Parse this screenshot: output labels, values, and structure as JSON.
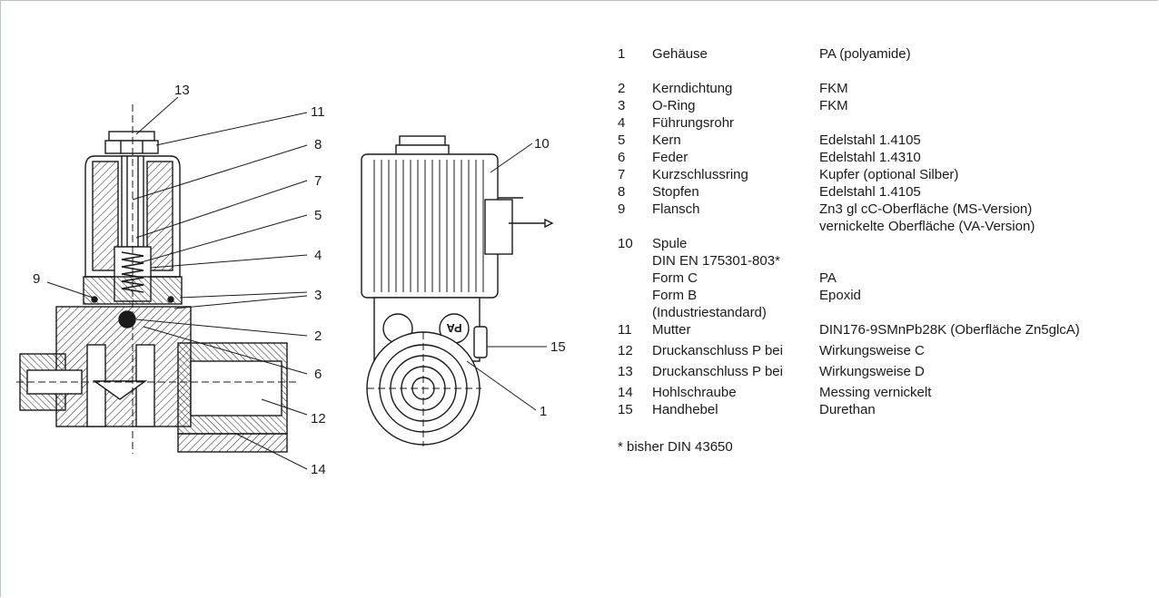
{
  "callouts": [
    "13",
    "11",
    "8",
    "7",
    "5",
    "4",
    "9",
    "3",
    "2",
    "6",
    "12",
    "14",
    "10",
    "15",
    "1"
  ],
  "parts": [
    {
      "no": "1",
      "name": "Gehäuse",
      "material": "PA (polyamide)"
    },
    {
      "no": "2",
      "name": "Kerndichtung",
      "material": "FKM"
    },
    {
      "no": "3",
      "name": "O-Ring",
      "material": "FKM"
    },
    {
      "no": "4",
      "name": "Führungsrohr",
      "material": ""
    },
    {
      "no": "5",
      "name": "Kern",
      "material": "Edelstahl 1.4105"
    },
    {
      "no": "6",
      "name": "Feder",
      "material": "Edelstahl 1.4310"
    },
    {
      "no": "7",
      "name": "Kurzschlussring",
      "material": "Kupfer (optional Silber)"
    },
    {
      "no": "8",
      "name": "Stopfen",
      "material": "Edelstahl 1.4105"
    },
    {
      "no": "9",
      "name": "Flansch",
      "material": "Zn3 gl cC-Oberfläche (MS-Version)",
      "material2": "vernickelte Oberfläche (VA-Version)"
    },
    {
      "no": "10",
      "name": "Spule",
      "sub": [
        {
          "name": "DIN EN 175301-803*",
          "material": ""
        },
        {
          "name": "Form C",
          "material": "PA"
        },
        {
          "name": "Form B",
          "material": "Epoxid"
        },
        {
          "name": "(Industriestandard)",
          "material": ""
        }
      ]
    },
    {
      "no": "11",
      "name": "Mutter",
      "material": "DIN176-9SMnPb28K (Oberfläche Zn5glcA)"
    },
    {
      "no": "12",
      "name": "Druckanschluss P bei",
      "material": "Wirkungsweise C"
    },
    {
      "no": "13",
      "name": "Druckanschluss P bei",
      "material": "Wirkungsweise D"
    },
    {
      "no": "14",
      "name": "Hohlschraube",
      "material": "Messing vernickelt"
    },
    {
      "no": "15",
      "name": "Handhebel",
      "material": "Durethan"
    }
  ],
  "footnote": "* bisher DIN 43650",
  "colors": {
    "frame": "#b9c2cc",
    "line": "#1a1a1a"
  }
}
